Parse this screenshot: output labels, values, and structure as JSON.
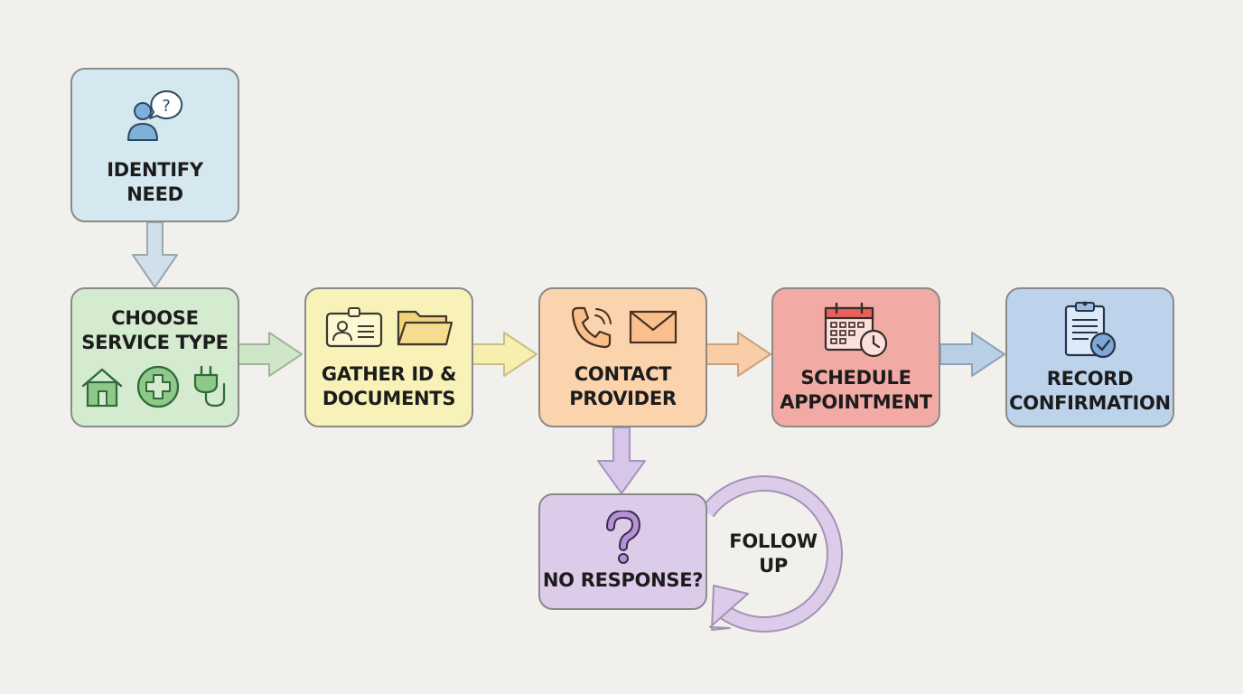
{
  "colors": {
    "background": "#f2f0ec",
    "identify": "#d6e8ef",
    "choose": "#d4ebcf",
    "gather": "#f8f2b8",
    "contact": "#fbd3ac",
    "schedule": "#f2aaa4",
    "record": "#bdd3ec",
    "no_response": "#dcccea"
  },
  "steps": {
    "identify_need": {
      "lines": [
        "IDENTIFY",
        "NEED"
      ],
      "icons": [
        "person-question-icon"
      ]
    },
    "choose_service": {
      "lines": [
        "CHOOSE",
        "SERVICE TYPE"
      ],
      "icons": [
        "house-icon",
        "medical-cross-icon",
        "plug-icon"
      ]
    },
    "gather_id": {
      "lines": [
        "GATHER ID &",
        "DOCUMENTS"
      ],
      "icons": [
        "id-card-icon",
        "folder-icon"
      ]
    },
    "contact_provider": {
      "lines": [
        "CONTACT",
        "PROVIDER"
      ],
      "icons": [
        "phone-icon",
        "envelope-icon"
      ]
    },
    "schedule_appointment": {
      "lines": [
        "SCHEDULE",
        "APPOINTMENT"
      ],
      "icons": [
        "calendar-clock-icon"
      ]
    },
    "record_confirmation": {
      "lines": [
        "RECORD",
        "CONFIRMATION"
      ],
      "icons": [
        "clipboard-check-icon"
      ]
    },
    "no_response": {
      "lines": [
        "NO RESPONSE?"
      ],
      "icons": [
        "question-mark-icon"
      ]
    }
  },
  "loop": {
    "lines": [
      "FOLLOW",
      "UP"
    ]
  }
}
